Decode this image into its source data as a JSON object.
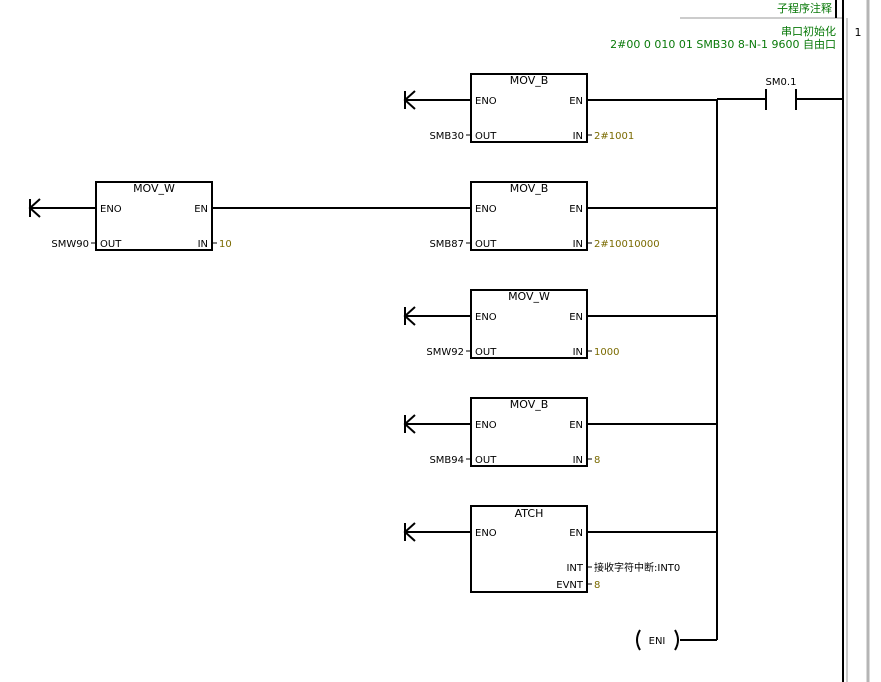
{
  "header": {
    "title": "子程序注释"
  },
  "network": {
    "number": "1",
    "title": "串口初始化",
    "comment": "2#00 0 010 01 SMB30  8-N-1 9600 自由口"
  },
  "contact": {
    "label": "SM0.1"
  },
  "blocks": [
    {
      "name": "MOV_B",
      "en": "EN",
      "eno": "ENO",
      "in_pin": "IN",
      "out_pin": "OUT",
      "in_val": "2#1001",
      "out_val": "SMB30"
    },
    {
      "name": "MOV_B",
      "en": "EN",
      "eno": "ENO",
      "in_pin": "IN",
      "out_pin": "OUT",
      "in_val": "2#10010000",
      "out_val": "SMB87"
    },
    {
      "name": "MOV_W",
      "en": "EN",
      "eno": "ENO",
      "in_pin": "IN",
      "out_pin": "OUT",
      "in_val": "10",
      "out_val": "SMW90"
    },
    {
      "name": "MOV_W",
      "en": "EN",
      "eno": "ENO",
      "in_pin": "IN",
      "out_pin": "OUT",
      "in_val": "1000",
      "out_val": "SMW92"
    },
    {
      "name": "MOV_B",
      "en": "EN",
      "eno": "ENO",
      "in_pin": "IN",
      "out_pin": "OUT",
      "in_val": "8",
      "out_val": "SMB94"
    }
  ],
  "atch": {
    "name": "ATCH",
    "en": "EN",
    "eno": "ENO",
    "int_pin": "INT",
    "evnt_pin": "EVNT",
    "int_val": "接收字符中断:INT0",
    "evnt_val": "8"
  },
  "coil": {
    "label": "ENI"
  }
}
